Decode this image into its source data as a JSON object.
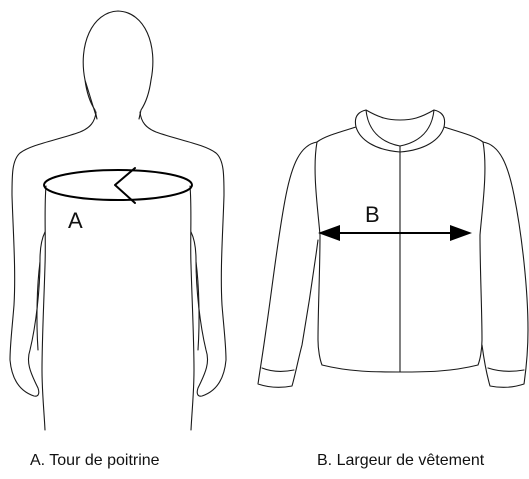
{
  "figures": [
    {
      "id": "a",
      "subject": "body",
      "marker_letter": "A",
      "caption": "A. Tour de poitrine"
    },
    {
      "id": "b",
      "subject": "jacket",
      "marker_letter": "B",
      "caption": "B. Largeur de vêtement"
    }
  ]
}
